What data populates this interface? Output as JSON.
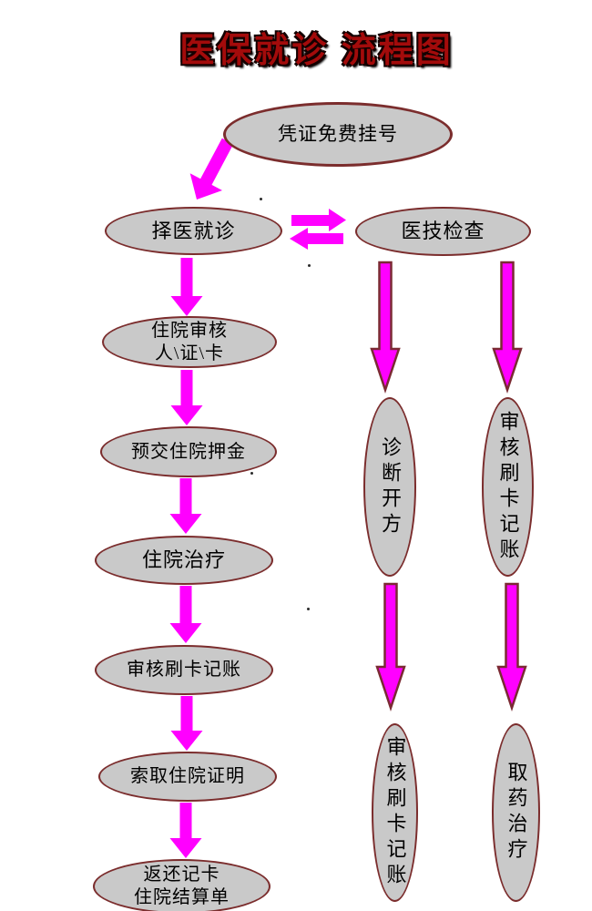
{
  "title": "医保就诊 流程图",
  "colors": {
    "arrow_fill": "#ff00ff",
    "arrow_outline": "#7b2a33",
    "node_fill": "#c9c9c9",
    "node_border": "#7b2d2d",
    "title_color": "#a30b0b"
  },
  "nodes": {
    "register": {
      "label": "凭证免费挂号"
    },
    "choose_doctor": {
      "label": "择医就诊"
    },
    "medtech_exam": {
      "label": "医技检查"
    },
    "admission_review": {
      "label": "住院审核\n人\\证\\卡"
    },
    "deposit": {
      "label": "预交住院押金"
    },
    "inpatient_treatment": {
      "label": "住院治疗"
    },
    "card_billing": {
      "label": "审核刷卡记账"
    },
    "discharge_proof": {
      "label": "索取住院证明"
    },
    "return_card": {
      "label": "返还记卡\n住院结算单"
    },
    "diagnose_prescribe": {
      "label": "诊断开方"
    },
    "review_billing_right": {
      "label": "审核刷卡记账"
    },
    "review_billing_lower": {
      "label": "审核刷卡记账"
    },
    "take_medicine": {
      "label": "取药治疗"
    }
  }
}
